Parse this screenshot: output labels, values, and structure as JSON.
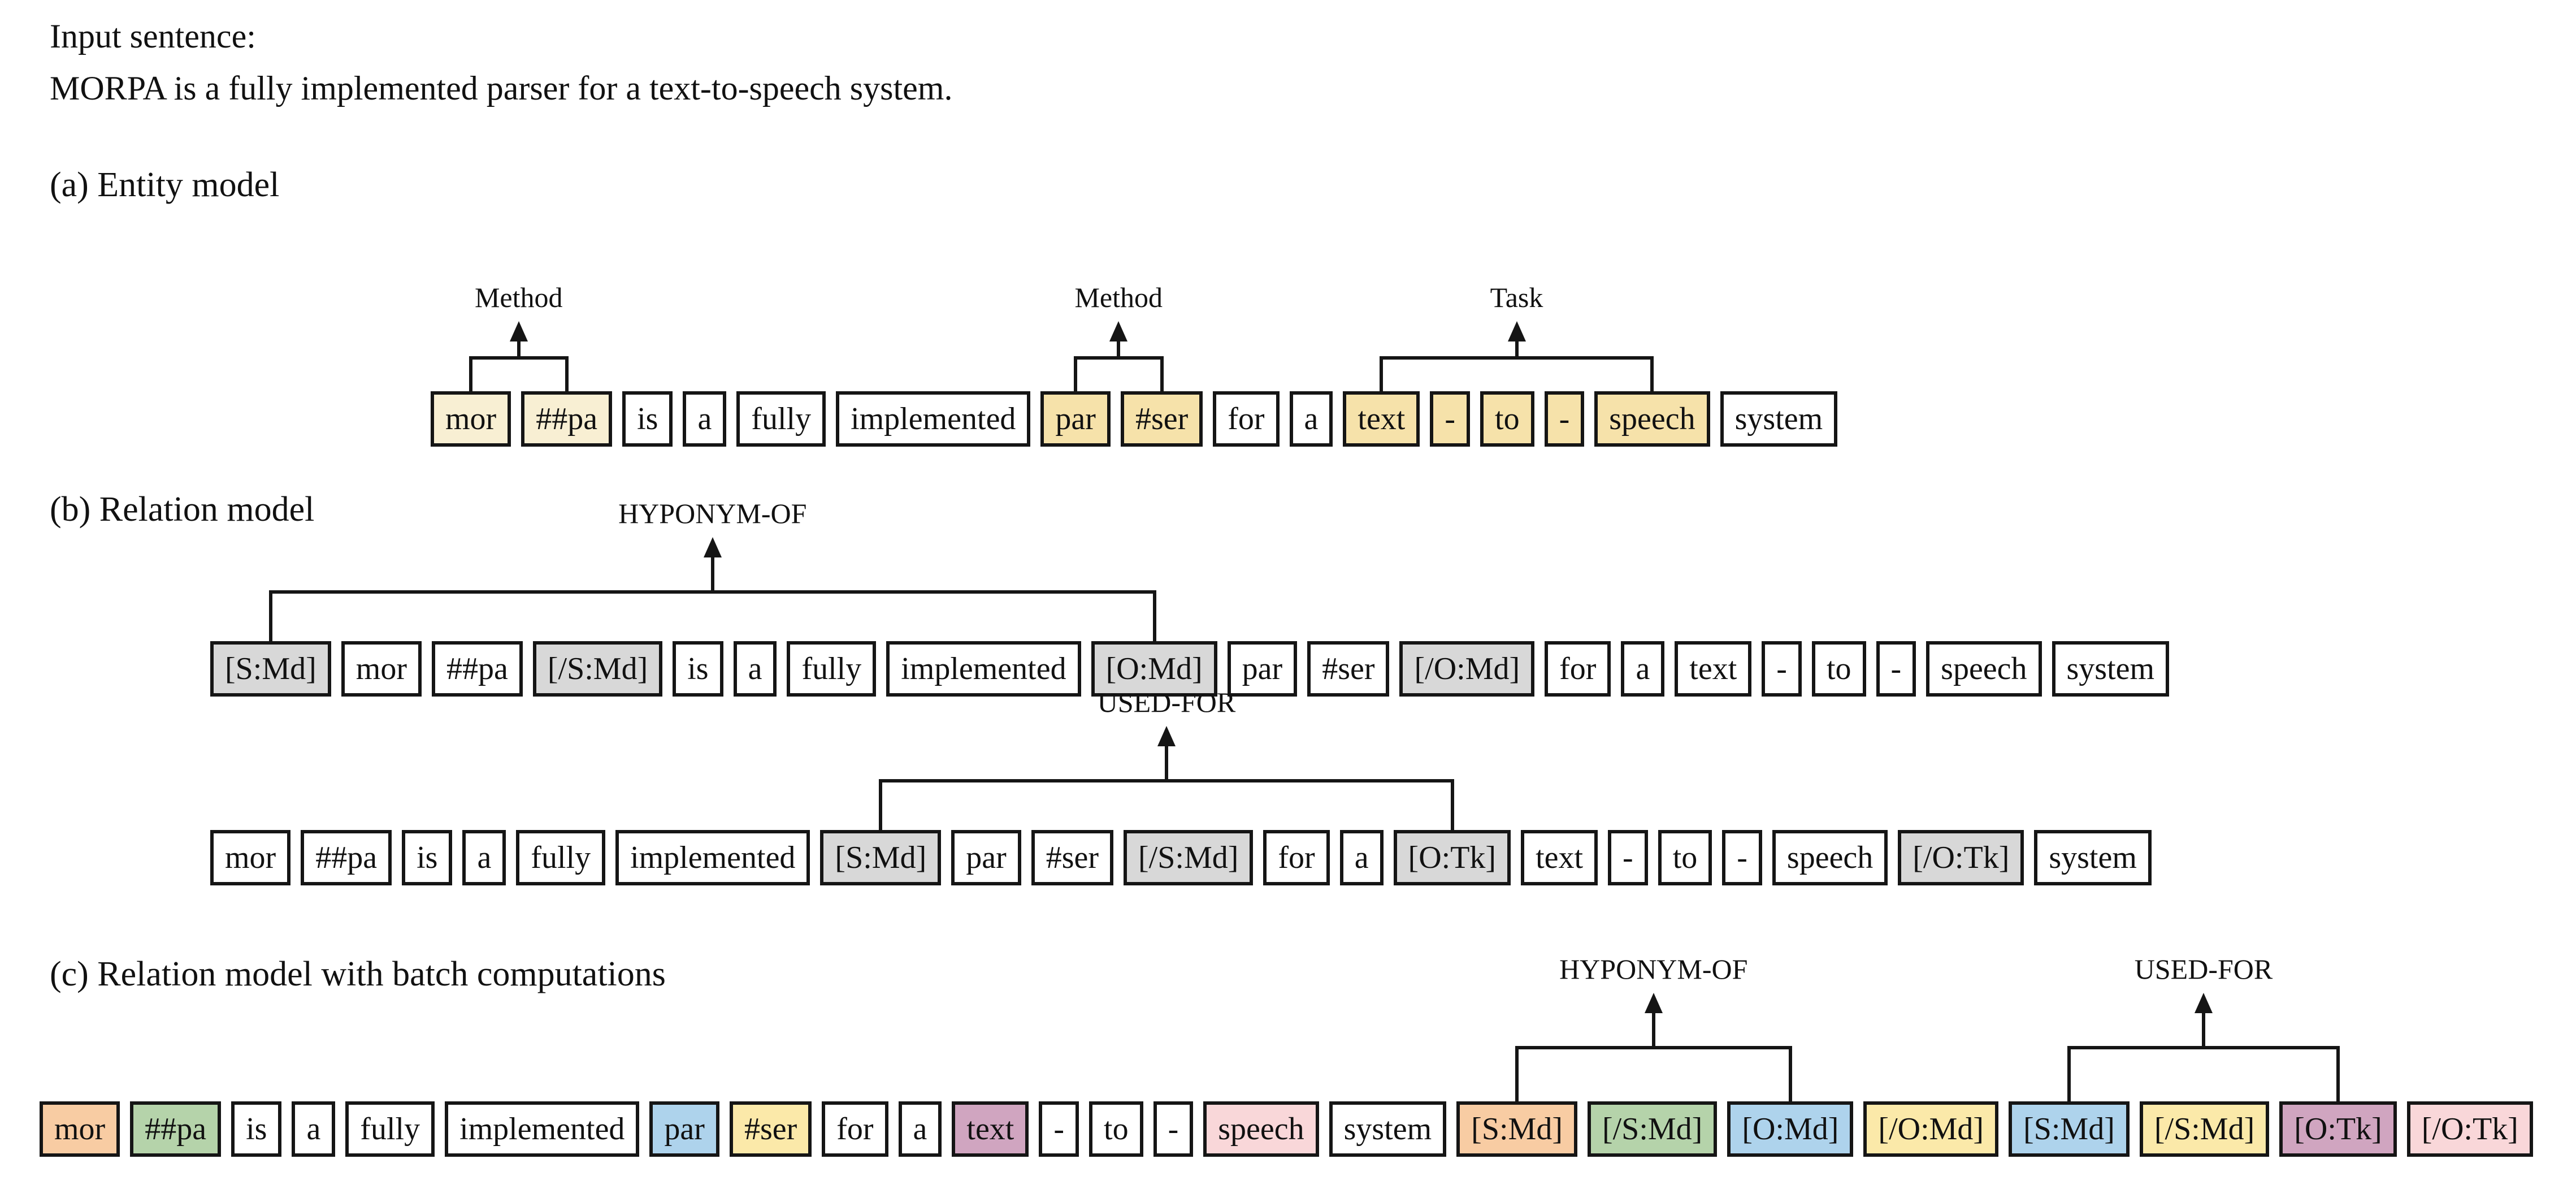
{
  "header": {
    "line1": "Input sentence:",
    "line2": "MORPA is a fully implemented parser for a text-to-speech system."
  },
  "sections": {
    "a": {
      "title": "(a) Entity model"
    },
    "b": {
      "title": "(b) Relation model"
    },
    "c": {
      "title": "(c) Relation model with batch computations"
    }
  },
  "colors": {
    "white": "#ffffff",
    "cream": "#f8efd3",
    "tan": "#f6e2aa",
    "gray": "#d8d8d8",
    "peach": "#f8cca3",
    "green": "#b5d3aa",
    "blue": "#aed3ec",
    "yellow": "#fbe9a9",
    "mauve": "#d0a5c0",
    "pink": "#f9d7d9"
  },
  "rows": {
    "entity": {
      "tokens": [
        {
          "text": "mor",
          "color": "cream"
        },
        {
          "text": "##pa",
          "color": "cream"
        },
        {
          "text": "is",
          "color": "white"
        },
        {
          "text": "a",
          "color": "white"
        },
        {
          "text": "fully",
          "color": "white"
        },
        {
          "text": "implemented",
          "color": "white"
        },
        {
          "text": "par",
          "color": "tan"
        },
        {
          "text": "#ser",
          "color": "tan"
        },
        {
          "text": "for",
          "color": "white"
        },
        {
          "text": "a",
          "color": "white"
        },
        {
          "text": "text",
          "color": "tan"
        },
        {
          "text": "-",
          "color": "tan"
        },
        {
          "text": "to",
          "color": "tan"
        },
        {
          "text": "-",
          "color": "tan"
        },
        {
          "text": "speech",
          "color": "tan"
        },
        {
          "text": "system",
          "color": "white"
        }
      ],
      "annotations": [
        {
          "label": "Method",
          "from": 0,
          "to": 1
        },
        {
          "label": "Method",
          "from": 6,
          "to": 7
        },
        {
          "label": "Task",
          "from": 10,
          "to": 14
        }
      ]
    },
    "relation1": {
      "tokens": [
        {
          "text": "[S:Md]",
          "color": "gray"
        },
        {
          "text": "mor",
          "color": "white"
        },
        {
          "text": "##pa",
          "color": "white"
        },
        {
          "text": "[/S:Md]",
          "color": "gray"
        },
        {
          "text": "is",
          "color": "white"
        },
        {
          "text": "a",
          "color": "white"
        },
        {
          "text": "fully",
          "color": "white"
        },
        {
          "text": "implemented",
          "color": "white"
        },
        {
          "text": "[O:Md]",
          "color": "gray"
        },
        {
          "text": "par",
          "color": "white"
        },
        {
          "text": "#ser",
          "color": "white"
        },
        {
          "text": "[/O:Md]",
          "color": "gray"
        },
        {
          "text": "for",
          "color": "white"
        },
        {
          "text": "a",
          "color": "white"
        },
        {
          "text": "text",
          "color": "white"
        },
        {
          "text": "-",
          "color": "white"
        },
        {
          "text": "to",
          "color": "white"
        },
        {
          "text": "-",
          "color": "white"
        },
        {
          "text": "speech",
          "color": "white"
        },
        {
          "text": "system",
          "color": "white"
        }
      ],
      "annotations": [
        {
          "label": "HYPONYM-OF",
          "from": 0,
          "to": 8
        }
      ]
    },
    "relation2": {
      "tokens": [
        {
          "text": "mor",
          "color": "white"
        },
        {
          "text": "##pa",
          "color": "white"
        },
        {
          "text": "is",
          "color": "white"
        },
        {
          "text": "a",
          "color": "white"
        },
        {
          "text": "fully",
          "color": "white"
        },
        {
          "text": "implemented",
          "color": "white"
        },
        {
          "text": "[S:Md]",
          "color": "gray"
        },
        {
          "text": "par",
          "color": "white"
        },
        {
          "text": "#ser",
          "color": "white"
        },
        {
          "text": "[/S:Md]",
          "color": "gray"
        },
        {
          "text": "for",
          "color": "white"
        },
        {
          "text": "a",
          "color": "white"
        },
        {
          "text": "[O:Tk]",
          "color": "gray"
        },
        {
          "text": "text",
          "color": "white"
        },
        {
          "text": "-",
          "color": "white"
        },
        {
          "text": "to",
          "color": "white"
        },
        {
          "text": "-",
          "color": "white"
        },
        {
          "text": "speech",
          "color": "white"
        },
        {
          "text": "[/O:Tk]",
          "color": "gray"
        },
        {
          "text": "system",
          "color": "white"
        }
      ],
      "annotations": [
        {
          "label": "USED-FOR",
          "from": 6,
          "to": 12
        }
      ]
    },
    "batch": {
      "tokens": [
        {
          "text": "mor",
          "color": "peach"
        },
        {
          "text": "##pa",
          "color": "green"
        },
        {
          "text": "is",
          "color": "white"
        },
        {
          "text": "a",
          "color": "white"
        },
        {
          "text": "fully",
          "color": "white"
        },
        {
          "text": "implemented",
          "color": "white"
        },
        {
          "text": "par",
          "color": "blue"
        },
        {
          "text": "#ser",
          "color": "yellow"
        },
        {
          "text": "for",
          "color": "white"
        },
        {
          "text": "a",
          "color": "white"
        },
        {
          "text": "text",
          "color": "mauve"
        },
        {
          "text": "-",
          "color": "white"
        },
        {
          "text": "to",
          "color": "white"
        },
        {
          "text": "-",
          "color": "white"
        },
        {
          "text": "speech",
          "color": "pink"
        },
        {
          "text": "system",
          "color": "white"
        },
        {
          "text": "[S:Md]",
          "color": "peach"
        },
        {
          "text": "[/S:Md]",
          "color": "green"
        },
        {
          "text": "[O:Md]",
          "color": "blue"
        },
        {
          "text": "[/O:Md]",
          "color": "yellow"
        },
        {
          "text": "[S:Md]",
          "color": "blue"
        },
        {
          "text": "[/S:Md]",
          "color": "yellow"
        },
        {
          "text": "[O:Tk]",
          "color": "mauve"
        },
        {
          "text": "[/O:Tk]",
          "color": "pink"
        }
      ],
      "annotations": [
        {
          "label": "HYPONYM-OF",
          "from": 16,
          "to": 18
        },
        {
          "label": "USED-FOR",
          "from": 20,
          "to": 22
        }
      ]
    }
  }
}
